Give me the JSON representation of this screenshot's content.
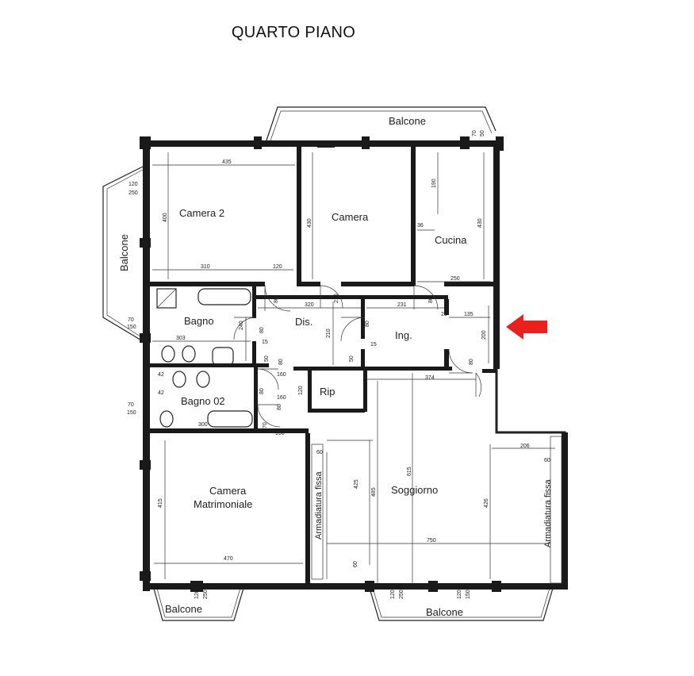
{
  "title": "QUARTO PIANO",
  "rooms": {
    "camera2": "Camera 2",
    "camera": "Camera",
    "cucina": "Cucina",
    "bagno": "Bagno",
    "dis": "Dis.",
    "ing": "Ing.",
    "bagno02": "Bagno 02",
    "rip": "Rip",
    "camera_matrimoniale_1": "Camera",
    "camera_matrimoniale_2": "Matrimoniale",
    "soggiorno": "Soggiorno",
    "balcone_top": "Balcone",
    "balcone_left": "Balcone",
    "balcone_bottom_left": "Balcone",
    "balcone_bottom_right": "Balcone",
    "armadiatura_1": "Armadiatura fissa",
    "armadiatura_2": "Armadiatura fissa"
  },
  "dims": {
    "d435": "435",
    "d400": "400",
    "d310": "310",
    "d120": "120",
    "d250": "250",
    "d430a": "430",
    "d190": "190",
    "d36": "36",
    "d430b": "430",
    "d70": "70",
    "d50": "50",
    "d320": "320",
    "d231": "231",
    "d20": "20",
    "d135": "135",
    "d200": "200",
    "d303": "303",
    "d240": "240",
    "d15a": "15",
    "d15b": "15",
    "d210a": "210",
    "d210b": "210",
    "d374": "374",
    "d160a": "160",
    "d160b": "160",
    "d42a": "42",
    "d42b": "42",
    "d300": "300",
    "d150": "150",
    "d60a": "60",
    "d425": "425",
    "d485": "485",
    "d615": "615",
    "d426": "426",
    "d206": "206",
    "d60b": "60",
    "d750": "750",
    "d415": "415",
    "d470": "470",
    "d60c": "60",
    "d80": "80"
  },
  "arrow_color": "#e8201e"
}
